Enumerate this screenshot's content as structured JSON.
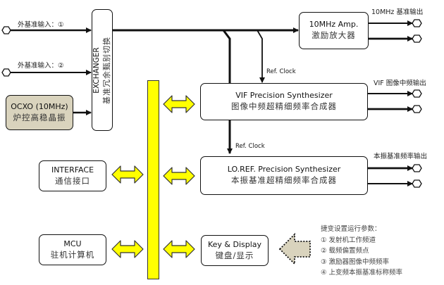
{
  "inputs": [
    {
      "label": "外基准输入：①"
    },
    {
      "label": "外基准输入：②"
    }
  ],
  "ocxo": {
    "title": "OCXO (10MHz)",
    "subtitle": "炉控高稳晶振",
    "color": "#d9d3bd"
  },
  "exchanger": {
    "title": "EXCHANGER",
    "subtitle": "基准冗余甄别切换"
  },
  "amp": {
    "title": "10MHz Amp.",
    "subtitle": "激励放大器",
    "output_label": "10MHz 基准输出"
  },
  "vif": {
    "title": "VIF Precision Synthesizer",
    "subtitle": "图像中频超精细频率合成器",
    "output_label": "VIF 图像中频输出",
    "ref_label": "Ref. Clock"
  },
  "loref": {
    "title": "LO.REF. Precision Synthesizer",
    "subtitle": "本振基准超精细频率合成器",
    "output_label": "本振基准频率输出",
    "ref_label": "Ref. Clock"
  },
  "interface": {
    "title": "INTERFACE",
    "subtitle": "通信接口"
  },
  "mcu": {
    "title": "MCU",
    "subtitle": "驻机计算机"
  },
  "keydisplay": {
    "title": "Key & Display",
    "subtitle": "键盘/显示"
  },
  "params": {
    "heading": "捷变设置运行参数：",
    "items": [
      "① 发射机工作频道",
      "② 载频偏置频点",
      "③ 激励器图像中频频率",
      "④ 上变频本振基准标称频率"
    ]
  },
  "colors": {
    "bus": "#ffff00",
    "arrow_fill": "#ffff00",
    "input_arrow": "#d9d3bd",
    "line": "#111111"
  }
}
